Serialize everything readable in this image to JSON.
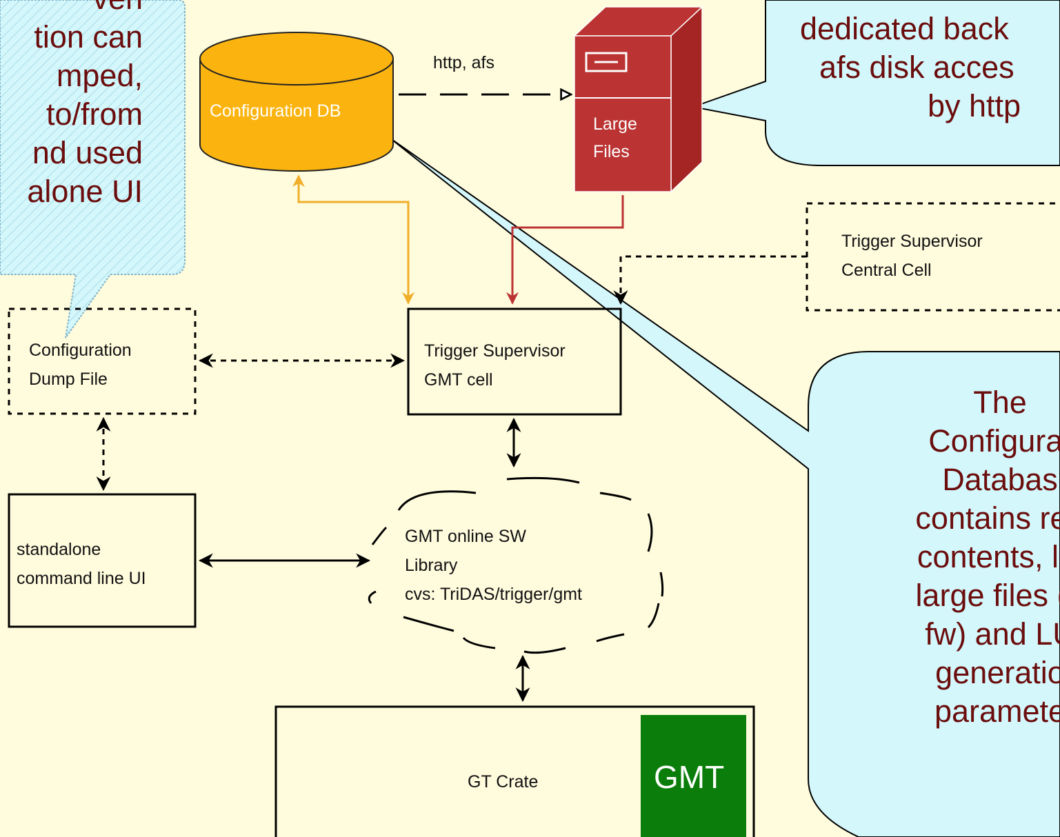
{
  "nodes": {
    "config_db": "Configuration DB",
    "large_files": [
      "Large",
      "Files"
    ],
    "ts_central": [
      "Trigger Supervisor",
      "Central Cell"
    ],
    "ts_gmt": [
      "Trigger Supervisor",
      "GMT cell"
    ],
    "dump_file": [
      "Configuration",
      "Dump File"
    ],
    "standalone_ui": [
      "standalone",
      "command line UI"
    ],
    "gmt_lib": [
      "GMT online SW",
      "Library",
      "cvs: TriDAS/trigger/gmt"
    ],
    "gt_crate": "GT Crate",
    "gmt": "GMT"
  },
  "edges": {
    "http_afs": "http, afs"
  },
  "callouts": {
    "left": [
      "ven",
      "tion can",
      "mped,",
      "to/from",
      "nd used",
      "alone UI"
    ],
    "top_right": [
      "dedicated back",
      "afs disk acces",
      "by http"
    ],
    "bottom_right": [
      "The",
      "Configurat",
      "Databas",
      "contains reg",
      "contents, lin",
      "large files (L",
      "fw) and LU",
      "generatio",
      "paramete"
    ]
  },
  "colors": {
    "background": "#fffbdd",
    "callout_fill": "#d4f7fb",
    "callout_text": "#6b0d0d",
    "db_fill": "#fbb40f",
    "db_stroke": "#d99200",
    "server_fill": "#bb3333",
    "red_line": "#bb3333",
    "orange_line": "#f0ae2a",
    "gmt_fill": "#0a7d0a"
  }
}
